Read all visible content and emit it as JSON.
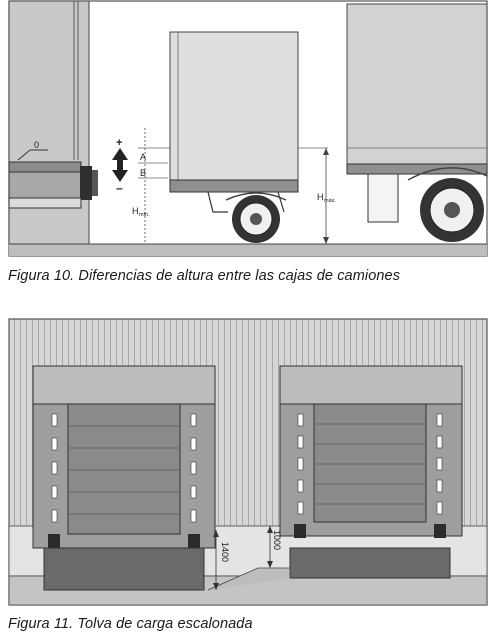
{
  "figure10": {
    "caption": "Figura 10. Diferencias de altura entre las cajas de camiones",
    "labels": {
      "zero": "0",
      "plus": "+",
      "minus": "–",
      "a": "A",
      "b": "B",
      "hmin": "H",
      "hmin_sub": "min.",
      "hmax": "H",
      "hmax_sub": "máx."
    }
  },
  "figure11": {
    "caption": "Figura 11. Tolva de carga escalonada",
    "dimensions": {
      "left": "1400",
      "right": "1000"
    }
  },
  "colors": {
    "line": "#3a3a3a",
    "wall": "#cfcfcf",
    "dark": "#6b6b6b"
  }
}
